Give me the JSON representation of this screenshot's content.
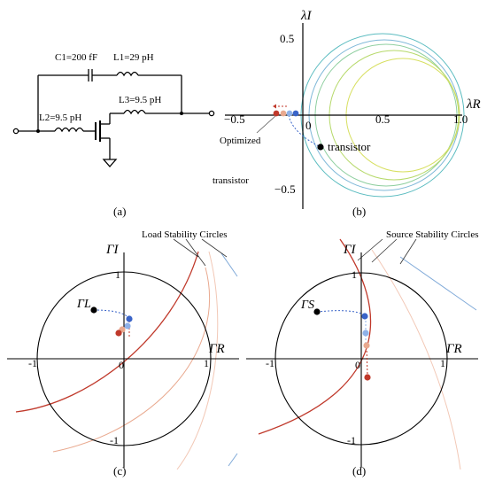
{
  "colors": {
    "ink": "#000000",
    "red": "#c0392b",
    "salmon": "#e9a98f",
    "blue_dot": "#3a64c8",
    "light_blue": "#8fb1e8",
    "teal": "#5bbcc0",
    "green": "#9ccc65",
    "yellow_green": "#c8d84a",
    "sky": "#7fa9d8"
  },
  "panel_a": {
    "label": "(a)",
    "c1": "C1=200 fF",
    "l1": "L1=29 pH",
    "l2": "L2=9.5 pH",
    "l3": "L3=9.5 pH"
  },
  "panel_b": {
    "label": "(b)",
    "axis_y": "λI",
    "axis_x": "λR",
    "ticks": {
      "y_top": "0.5",
      "y_bot": "−0.5",
      "x_left": "−0.5",
      "x_zero": "0",
      "x_half": "0.5",
      "x_one": "1.0"
    },
    "label_optimized": "Optimized",
    "label_transistor_1": "transistor",
    "label_transistor_2": "transistor"
  },
  "panel_c": {
    "label": "(c)",
    "title": "Load Stability Circles",
    "axis_y": "ΓI",
    "axis_x": "ΓR",
    "point_label": "ΓL",
    "ticks": {
      "top": "1",
      "bottom": "-1",
      "left": "-1",
      "right": "1",
      "zero": "0"
    }
  },
  "panel_d": {
    "label": "(d)",
    "title": "Source Stability Circles",
    "axis_y": "ΓI",
    "axis_x": "ΓR",
    "point_label": "ΓS",
    "ticks": {
      "top": "1",
      "bottom": "-1",
      "left": "-1",
      "right": "1",
      "zero": "0"
    }
  }
}
